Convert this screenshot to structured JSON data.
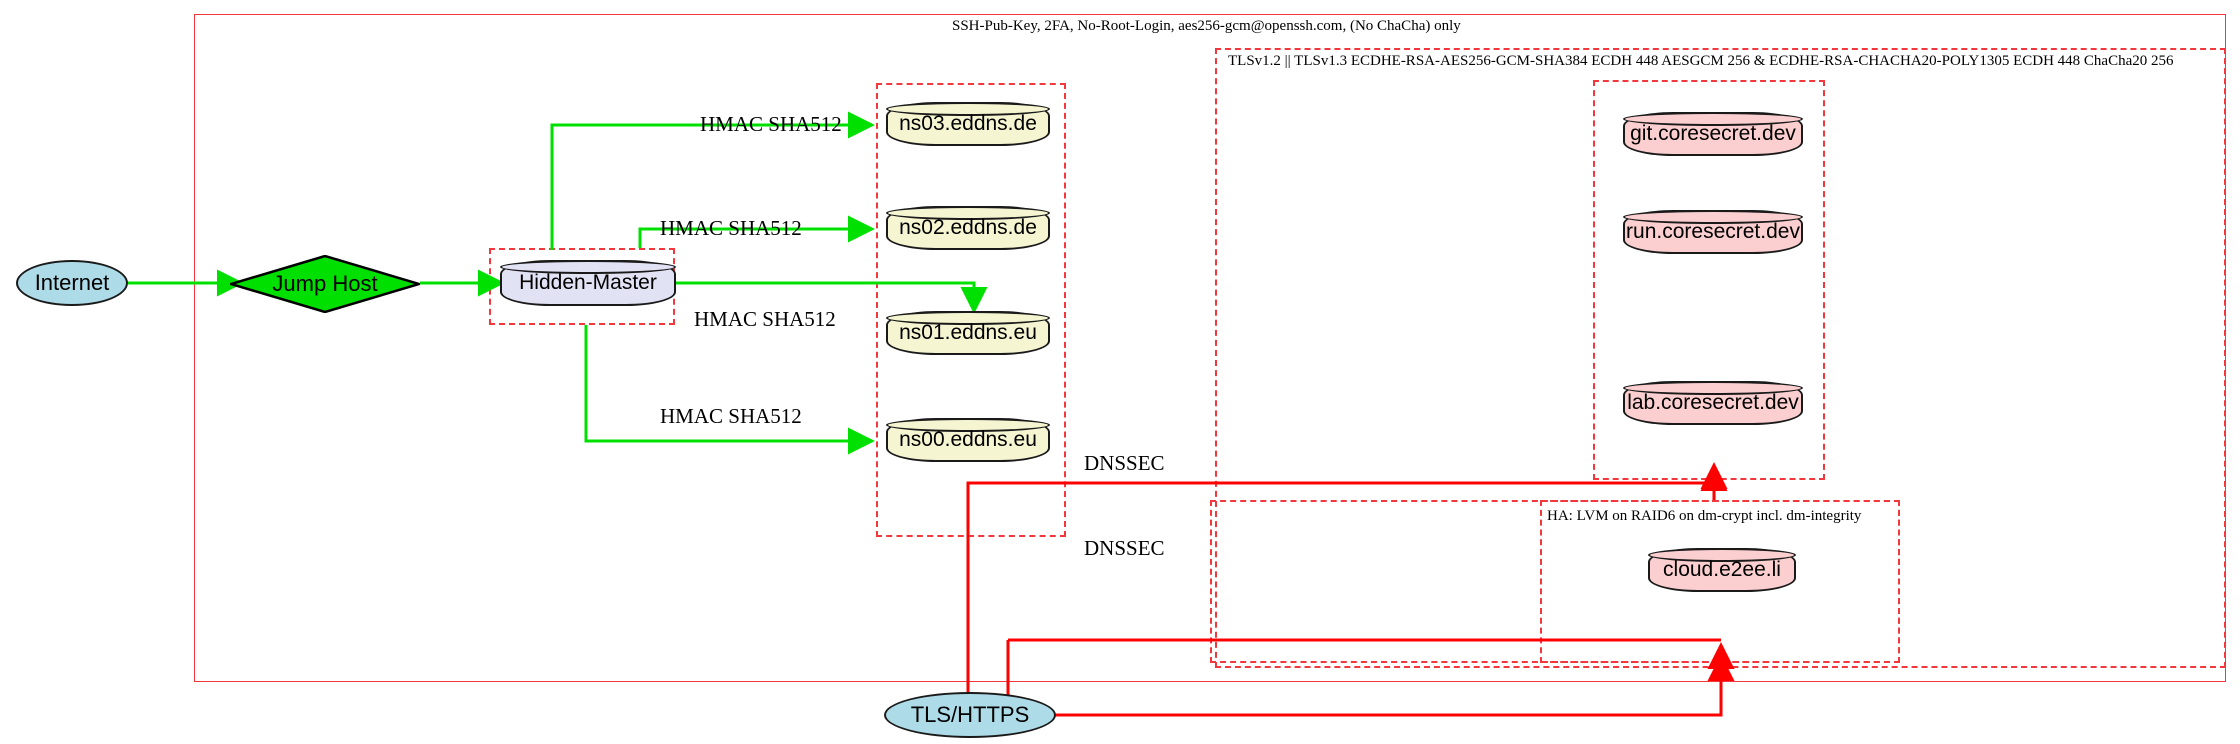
{
  "diagram": {
    "title_label": "SSH-Pub-Key, 2FA, No-Root-Login, aes256-gcm@openssh.com, (No ChaCha) only",
    "tls_cluster_label": "TLSv1.2 || TLSv1.3 ECDHE-RSA-AES256-GCM-SHA384 ECDH 448 AESGCM 256 & ECDHE-RSA-CHACHA20-POLY1305 ECDH 448 ChaCha20 256",
    "ha_cluster_label": "HA: LVM on RAID6 on dm-crypt incl. dm-integrity"
  },
  "nodes": {
    "internet": "Internet",
    "jump_host": "Jump Host",
    "hidden_master": "Hidden-Master",
    "ns03": "ns03.eddns.de",
    "ns02": "ns02.eddns.de",
    "ns01": "ns01.eddns.eu",
    "ns00": "ns00.eddns.eu",
    "git": "git.coresecret.dev",
    "run": "run.coresecret.dev",
    "lab": "lab.coresecret.dev",
    "cloud": "cloud.e2ee.li",
    "tls_https": "TLS/HTTPS"
  },
  "edge_labels": {
    "hmac_ns03": "HMAC SHA512",
    "hmac_ns02": "HMAC SHA512",
    "hmac_ns01": "HMAC SHA512",
    "hmac_ns00": "HMAC SHA512",
    "dnssec_upper": "DNSSEC",
    "dnssec_lower": "DNSSEC"
  },
  "colors": {
    "edge_green": "#00e000",
    "edge_red": "#ff0000",
    "cluster_red": "#f2373d",
    "internet_fill": "#addbe8",
    "jump_host_fill": "#00e000",
    "master_fill": "#e2e2f5",
    "dns_fill": "#f5f5d2",
    "service_fill": "#fbcfcf"
  }
}
